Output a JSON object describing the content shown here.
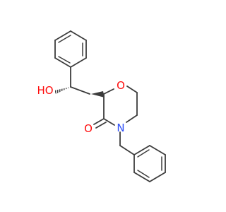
{
  "molecule": {
    "atoms": {
      "ring_oxygen": "O",
      "carbonyl_oxygen": "O",
      "ring_nitrogen": "N",
      "hydroxyl": "HO"
    },
    "colors": {
      "bond": "#3c3c3c",
      "oxygen": "#ff0d0d",
      "nitrogen": "#3050f8",
      "carbon": "#3c3c3c"
    }
  }
}
